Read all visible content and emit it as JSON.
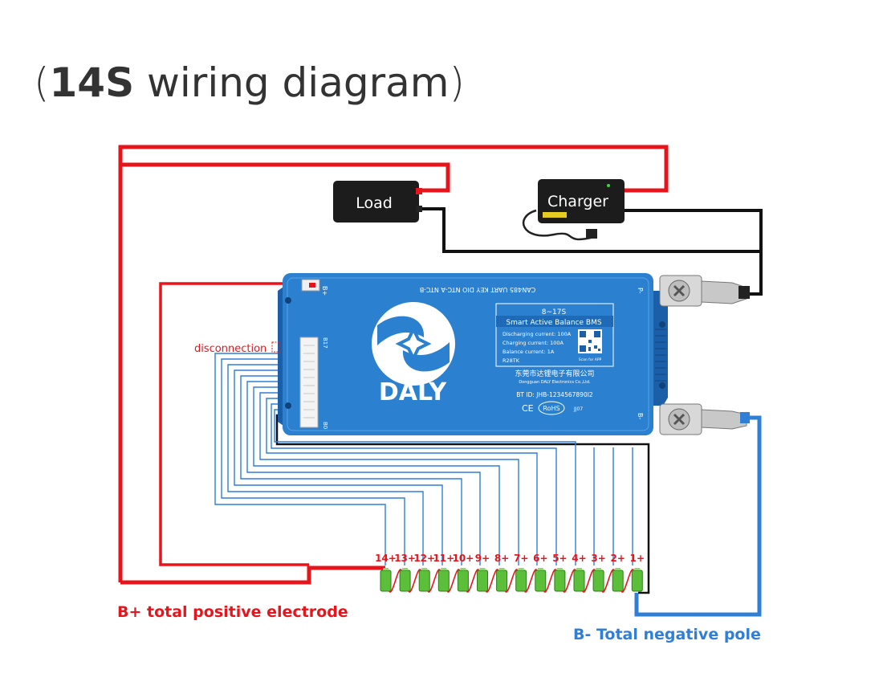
{
  "title": {
    "open_paren": "(",
    "bold": "14S",
    "rest": " wiring diagram",
    "close_paren": ")"
  },
  "devices": {
    "load": "Load",
    "charger": "Charger"
  },
  "bms": {
    "top_ports": "CAN485  UART  KEY  DIO  NTC-A  NTC-B",
    "b_plus": "B+",
    "p_minus": "P-",
    "b_minus": "B-",
    "b17": "B17",
    "b0": "B0",
    "brand": "DALY",
    "model": "8~17S",
    "product": "Smart Active Balance BMS",
    "specs": [
      "Discharging current: 100A",
      "Charging current: 100A",
      "Balance current: 1A",
      "R28TK"
    ],
    "qr_caption": "Scan for APP",
    "company_cn": "东莞市达锂电子有限公司",
    "company_en": "Dongguan DALY Electronics Co.,Ltd.",
    "bt_id": "BT ID: JHB-1234567890I2",
    "cert_ce": "CE",
    "cert_rohs": "RoHS",
    "code": "JJ07"
  },
  "annotations": {
    "disconnection": "disconnection",
    "b_plus_total": "B+ total positive electrode",
    "b_minus_total": "B- Total negative pole"
  },
  "cells": {
    "labels": [
      "14+",
      "13+",
      "12+",
      "11+",
      "10+",
      "9+",
      "8+",
      "7+",
      "6+",
      "5+",
      "4+",
      "3+",
      "2+",
      "1+"
    ]
  },
  "colors": {
    "positive_wire": "#e8141c",
    "negative_wire": "#2f7fd6",
    "signal_wire": "#2f7fd6",
    "bms_body": "#2b80d0",
    "bms_dark": "#1a5fa8",
    "cell_green": "#5cbf3a",
    "title_text": "#333333",
    "red_text": "#e8141c",
    "blue_text": "#2f7fd6"
  }
}
